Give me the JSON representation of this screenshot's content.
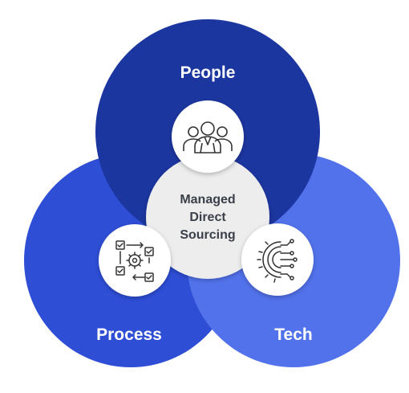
{
  "diagram": {
    "center": {
      "lines": [
        "Managed",
        "Direct",
        "Sourcing"
      ]
    },
    "circles": [
      {
        "label": "People",
        "color": "#1c36a0",
        "icon": "people-group-icon"
      },
      {
        "label": "Process",
        "color": "#2e4ed6",
        "icon": "process-workflow-icon"
      },
      {
        "label": "Tech",
        "color": "#5272ec",
        "icon": "tech-gear-circuit-icon"
      }
    ],
    "icon_color": "#333333",
    "badge_color": "#ffffff",
    "center_color": "#ededed"
  }
}
